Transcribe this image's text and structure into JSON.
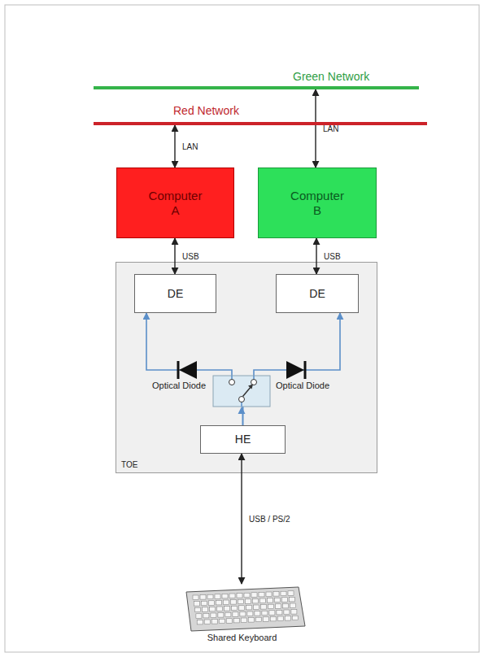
{
  "diagram": {
    "nodes": [
      {
        "text": [
          "Green Network"
        ]
      },
      {
        "text": [
          "Red Network"
        ]
      },
      {
        "text": [
          "Computer A"
        ]
      },
      {
        "text": [
          "Computer B"
        ]
      },
      {
        "text": [
          "TOE"
        ]
      },
      {
        "text": [
          "DE"
        ],
        "in": 4
      },
      {
        "text": [
          "DE"
        ],
        "in": 4
      },
      {
        "text": [
          "HE"
        ],
        "in": 4
      },
      {
        "text": [
          "Shared Keyboard"
        ]
      }
    ],
    "edges": [
      {
        "from": 1,
        "to": 2,
        "arrow": "both",
        "label": "LAN"
      },
      {
        "from": 0,
        "to": 3,
        "arrow": "both",
        "label": "LAN"
      },
      {
        "from": 2,
        "to": 5,
        "arrow": "both",
        "label": "USB"
      },
      {
        "from": 3,
        "to": 6,
        "arrow": "both",
        "label": "USB"
      },
      {
        "from": 7,
        "to": 5,
        "arrow": "to"
      },
      {
        "from": 7,
        "to": 6,
        "arrow": "to"
      },
      {
        "from": 7,
        "to": 8,
        "arrow": "both",
        "label": "USB / PS/2"
      }
    ],
    "labels": [
      "Optical Diode",
      "Optical Diode"
    ]
  }
}
